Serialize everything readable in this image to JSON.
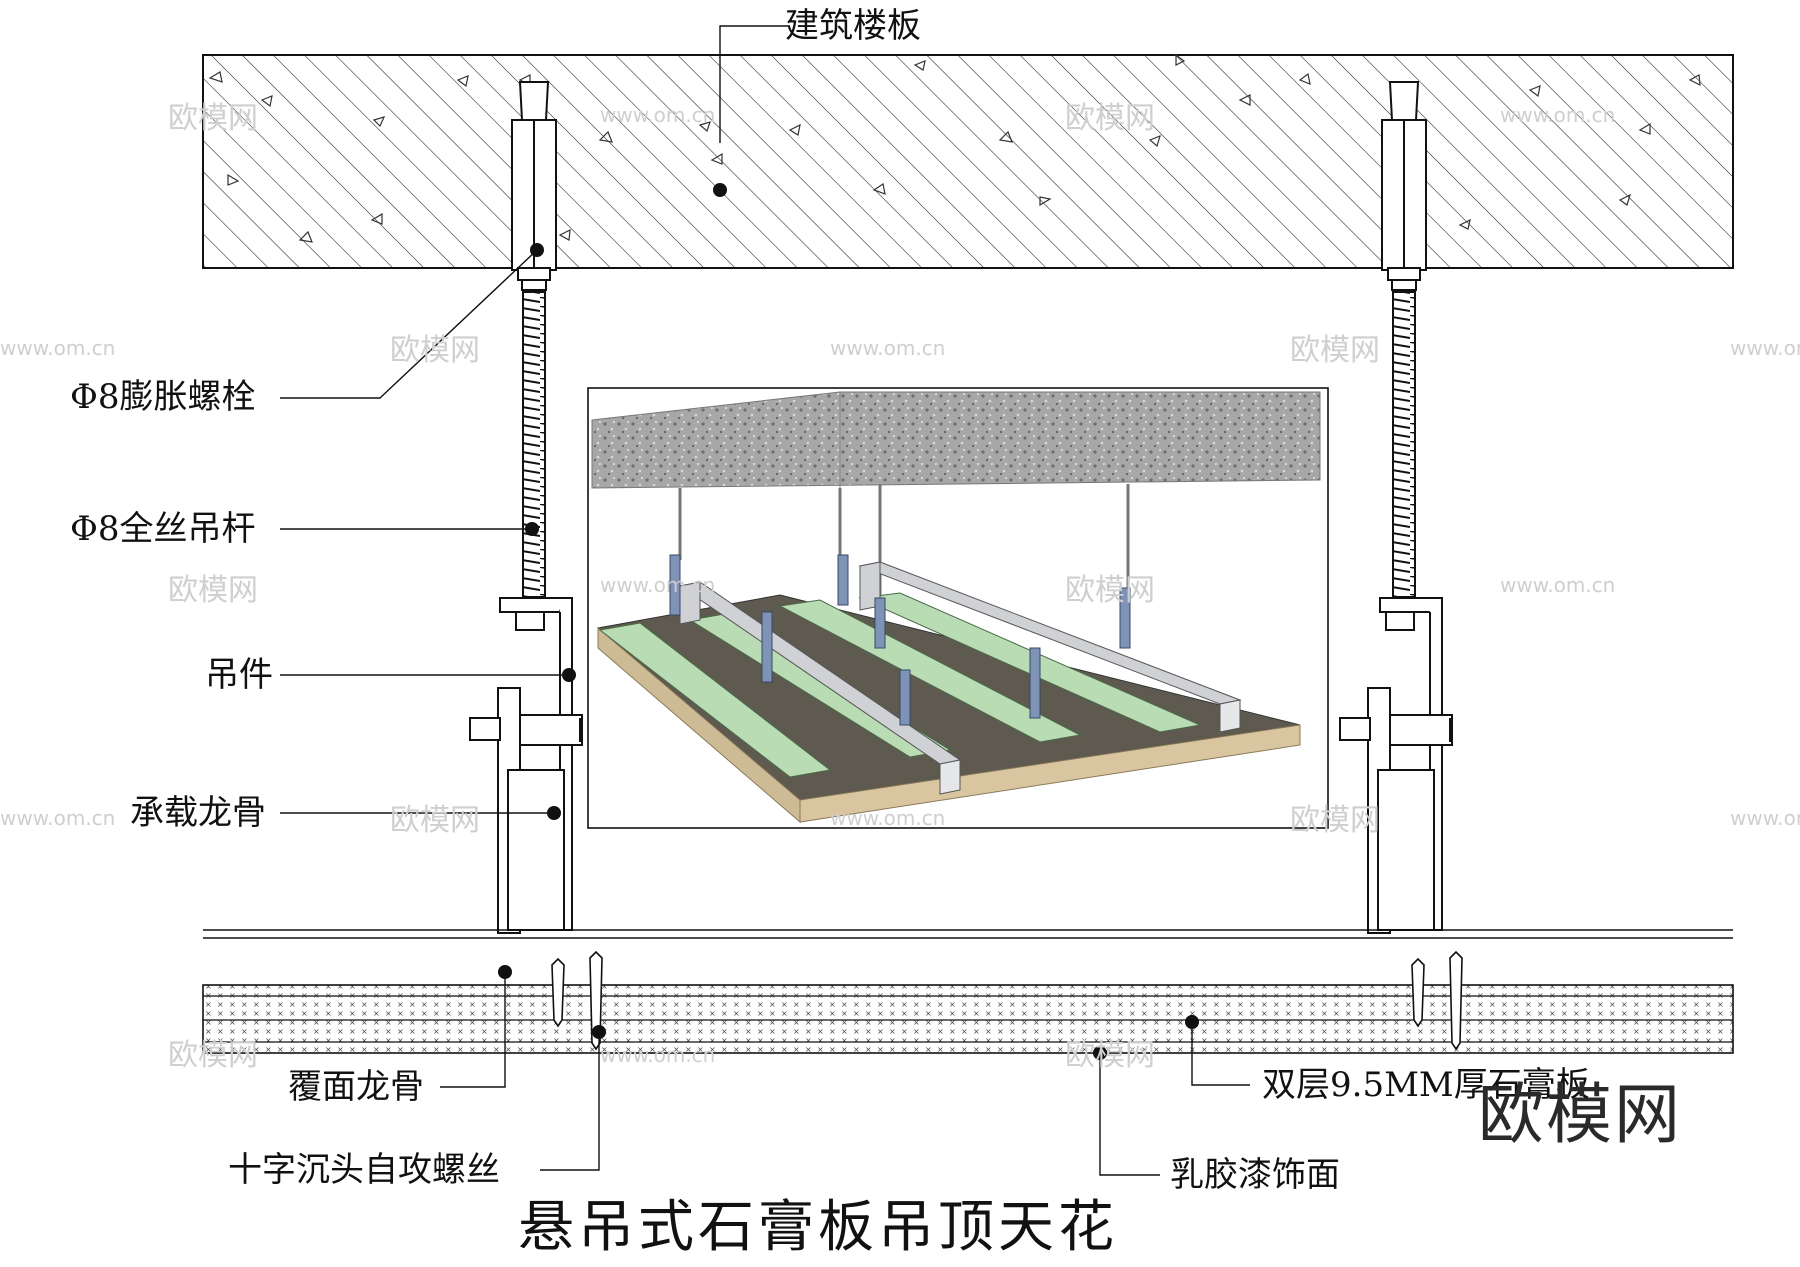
{
  "title": "悬吊式石膏板吊顶天花",
  "labels": {
    "slab": "建筑楼板",
    "expansion_bolt": "Φ8膨胀螺栓",
    "threaded_rod": "Φ8全丝吊杆",
    "hanger": "吊件",
    "main_keel": "承载龙骨",
    "cover_keel": "覆面龙骨",
    "screw": "十字沉头自攻螺丝",
    "gypsum_board": "双层9.5MM厚石膏板",
    "latex_paint": "乳胶漆饰面"
  },
  "watermark": {
    "logo_text": "欧模网",
    "small_text": "欧模网",
    "url_text": "www.om.cn"
  },
  "colors": {
    "line": "#111111",
    "board_green": "#b9dcb4",
    "board_dark": "#5e5a4f",
    "board_edge": "#d9c6a0",
    "keel_gray": "#cfd1d4",
    "bracket_blue": "#7f93b7",
    "slab_gray": "#9a9a9a"
  }
}
